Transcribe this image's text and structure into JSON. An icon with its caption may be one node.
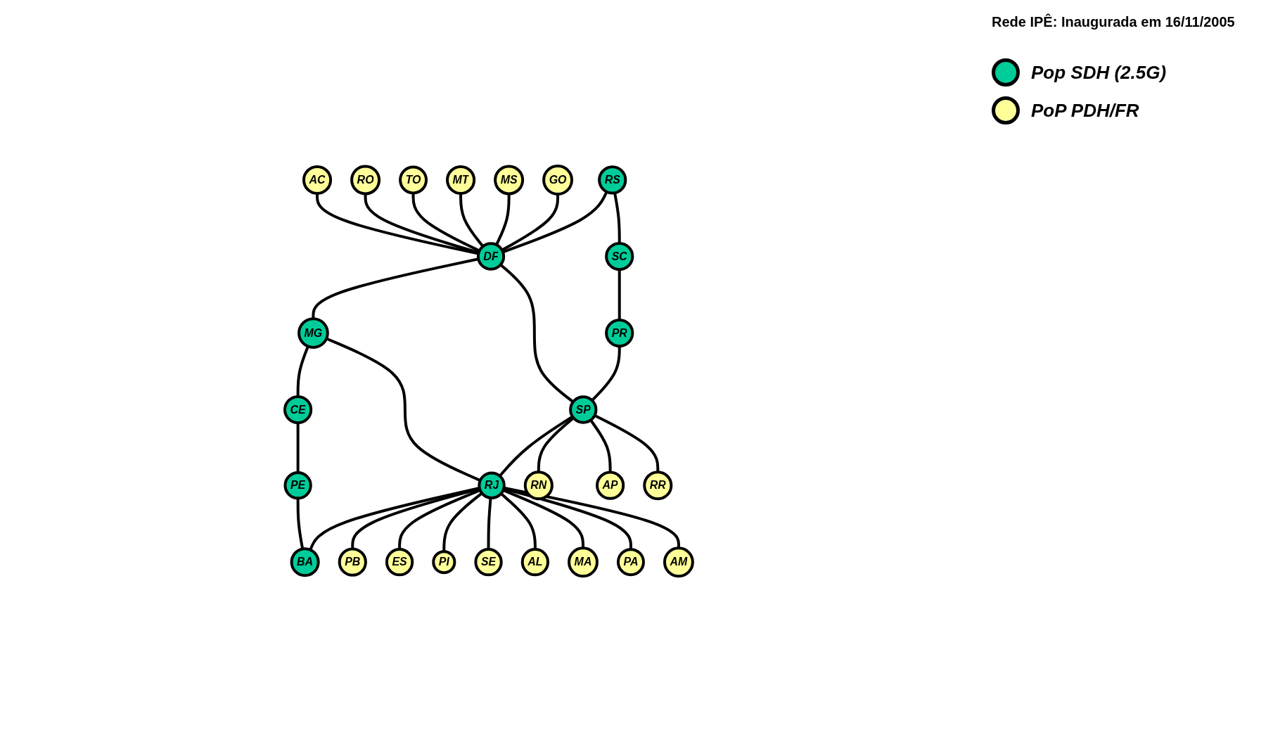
{
  "diagram": {
    "title": "Rede IPÊ: Inaugurada em 16/11/2005",
    "nodes": [
      {
        "text": [
          "AC"
        ]
      },
      {
        "text": [
          "RO"
        ]
      },
      {
        "text": [
          "TO"
        ]
      },
      {
        "text": [
          "MT"
        ]
      },
      {
        "text": [
          "MS"
        ]
      },
      {
        "text": [
          "GO"
        ]
      },
      {
        "text": [
          "RS"
        ]
      },
      {
        "text": [
          "DF"
        ]
      },
      {
        "text": [
          "MG"
        ]
      },
      {
        "text": [
          "CE"
        ]
      },
      {
        "text": [
          "SC"
        ]
      },
      {
        "text": [
          "PE"
        ]
      },
      {
        "text": [
          "PR"
        ]
      },
      {
        "text": [
          "SP"
        ]
      },
      {
        "text": [
          "RJ"
        ]
      },
      {
        "text": [
          "BA"
        ]
      },
      {
        "text": [
          "RN"
        ]
      },
      {
        "text": [
          "AP"
        ]
      },
      {
        "text": [
          "RR"
        ]
      },
      {
        "text": [
          "PB"
        ]
      },
      {
        "text": [
          "ES"
        ]
      },
      {
        "text": [
          "PI"
        ]
      },
      {
        "text": [
          "SE"
        ]
      },
      {
        "text": [
          "AL"
        ]
      },
      {
        "text": [
          "MA"
        ]
      },
      {
        "text": [
          "PA"
        ]
      },
      {
        "text": [
          "AM"
        ]
      }
    ],
    "edges": [
      {
        "from": 0,
        "to": 7,
        "arrow": "none"
      },
      {
        "from": 1,
        "to": 7,
        "arrow": "none"
      },
      {
        "from": 2,
        "to": 7,
        "arrow": "none"
      },
      {
        "from": 3,
        "to": 7,
        "arrow": "none"
      },
      {
        "from": 4,
        "to": 7,
        "arrow": "none"
      },
      {
        "from": 5,
        "to": 7,
        "arrow": "none"
      },
      {
        "from": 6,
        "to": 7,
        "arrow": "none"
      },
      {
        "from": 7,
        "to": 8,
        "arrow": "none"
      },
      {
        "from": 8,
        "to": 9,
        "arrow": "none"
      },
      {
        "from": 6,
        "to": 10,
        "arrow": "none"
      },
      {
        "from": 10,
        "to": 12,
        "arrow": "none"
      },
      {
        "from": 7,
        "to": 13,
        "arrow": "none"
      },
      {
        "from": 8,
        "to": 14,
        "arrow": "none"
      },
      {
        "from": 9,
        "to": 11,
        "arrow": "none"
      },
      {
        "from": 11,
        "to": 15,
        "arrow": "none"
      },
      {
        "from": 12,
        "to": 13,
        "arrow": "none"
      },
      {
        "from": 13,
        "to": 14,
        "arrow": "none"
      },
      {
        "from": 14,
        "to": 15,
        "arrow": "none"
      },
      {
        "from": 13,
        "to": 16,
        "arrow": "none"
      },
      {
        "from": 13,
        "to": 17,
        "arrow": "none"
      },
      {
        "from": 13,
        "to": 18,
        "arrow": "none"
      },
      {
        "from": 14,
        "to": 19,
        "arrow": "none"
      },
      {
        "from": 14,
        "to": 20,
        "arrow": "none"
      },
      {
        "from": 14,
        "to": 21,
        "arrow": "none"
      },
      {
        "from": 14,
        "to": 22,
        "arrow": "none"
      },
      {
        "from": 14,
        "to": 23,
        "arrow": "none"
      },
      {
        "from": 14,
        "to": 24,
        "arrow": "none"
      },
      {
        "from": 14,
        "to": 25,
        "arrow": "none"
      },
      {
        "from": 14,
        "to": 26,
        "arrow": "none"
      }
    ],
    "legend": [
      {
        "text": "Pop SDH (2.5G)",
        "color": "#00cc99"
      },
      {
        "text": "PoP PDH/FR",
        "color": "#ffff99"
      }
    ]
  }
}
